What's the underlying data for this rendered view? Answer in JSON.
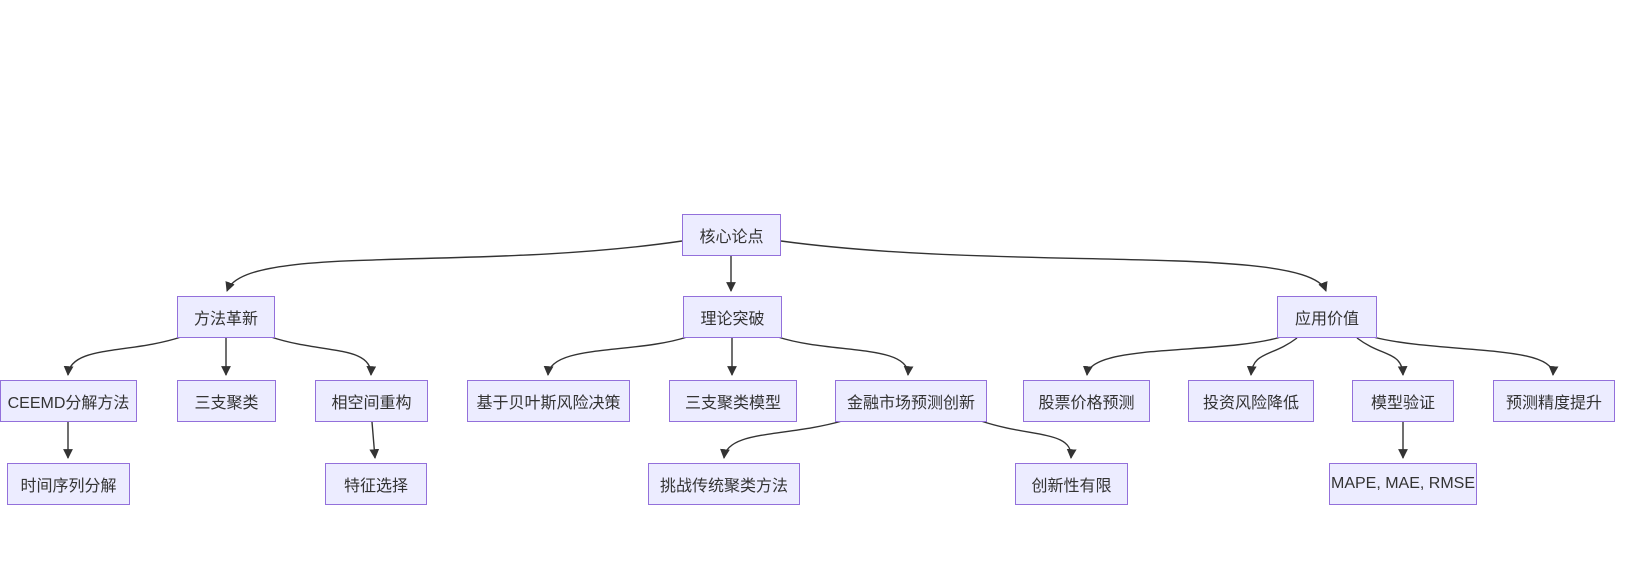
{
  "diagram": {
    "type": "flowchart-top-down",
    "colors": {
      "background": "#ffffff",
      "node_fill": "#ECECFF",
      "node_border": "#9370DB",
      "edge": "#333333",
      "text": "#333333"
    },
    "nodes": [
      {
        "id": "root",
        "label": "核心论点"
      },
      {
        "id": "method",
        "label": "方法革新"
      },
      {
        "id": "theory",
        "label": "理论突破"
      },
      {
        "id": "application",
        "label": "应用价值"
      },
      {
        "id": "ceemd",
        "label": "CEEMD分解方法"
      },
      {
        "id": "three-way",
        "label": "三支聚类"
      },
      {
        "id": "phase-space",
        "label": "相空间重构"
      },
      {
        "id": "bayes",
        "label": "基于贝叶斯风险决策"
      },
      {
        "id": "twc-model",
        "label": "三支聚类模型"
      },
      {
        "id": "fin-innovation",
        "label": "金融市场预测创新"
      },
      {
        "id": "stock-pred",
        "label": "股票价格预测"
      },
      {
        "id": "risk-reduce",
        "label": "投资风险降低"
      },
      {
        "id": "model-valid",
        "label": "模型验证"
      },
      {
        "id": "accuracy",
        "label": "预测精度提升"
      },
      {
        "id": "ts-decomp",
        "label": "时间序列分解"
      },
      {
        "id": "feature-sel",
        "label": "特征选择"
      },
      {
        "id": "challenge",
        "label": "挑战传统聚类方法"
      },
      {
        "id": "limited",
        "label": "创新性有限"
      },
      {
        "id": "metrics",
        "label": "MAPE, MAE, RMSE"
      }
    ],
    "edges": [
      {
        "from": "root",
        "to": "method"
      },
      {
        "from": "root",
        "to": "theory"
      },
      {
        "from": "root",
        "to": "application"
      },
      {
        "from": "method",
        "to": "ceemd"
      },
      {
        "from": "method",
        "to": "three-way"
      },
      {
        "from": "method",
        "to": "phase-space"
      },
      {
        "from": "theory",
        "to": "bayes"
      },
      {
        "from": "theory",
        "to": "twc-model"
      },
      {
        "from": "theory",
        "to": "fin-innovation"
      },
      {
        "from": "application",
        "to": "stock-pred"
      },
      {
        "from": "application",
        "to": "risk-reduce"
      },
      {
        "from": "application",
        "to": "model-valid"
      },
      {
        "from": "application",
        "to": "accuracy"
      },
      {
        "from": "ceemd",
        "to": "ts-decomp"
      },
      {
        "from": "phase-space",
        "to": "feature-sel"
      },
      {
        "from": "fin-innovation",
        "to": "challenge"
      },
      {
        "from": "fin-innovation",
        "to": "limited"
      },
      {
        "from": "model-valid",
        "to": "metrics"
      }
    ]
  }
}
